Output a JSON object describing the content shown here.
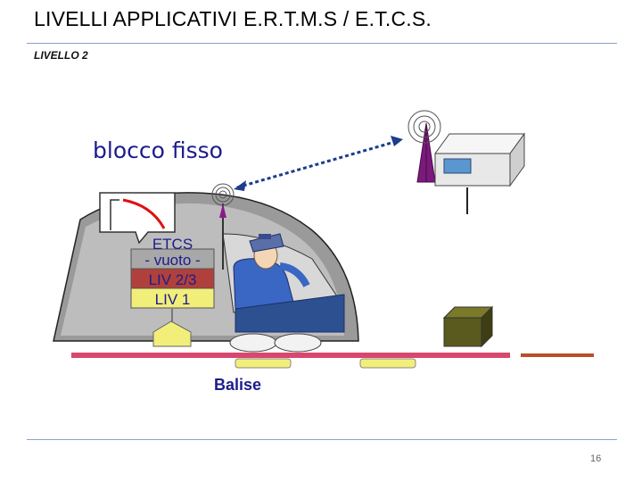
{
  "slide": {
    "title": "LIVELLI  APPLICATIVI  E.R.T.M.S / E.T.C.S.",
    "subtitle": "LIVELLO 2",
    "heading": "blocco fisso",
    "page_number": "16"
  },
  "diagram": {
    "etcs_label": "ETCS",
    "levels": [
      "- vuoto -",
      "LIV 2/3",
      "LIV 1"
    ],
    "balise_label": "Balise"
  },
  "colors": {
    "title_rule": "#8aa4c8",
    "heading_text": "#1c1c8c",
    "track": "#d8486e",
    "radio_link": "#1c3c8c",
    "balise": "#f2ee7a",
    "level_red": "#b0403c",
    "level_yellow": "#f2ee7a"
  }
}
